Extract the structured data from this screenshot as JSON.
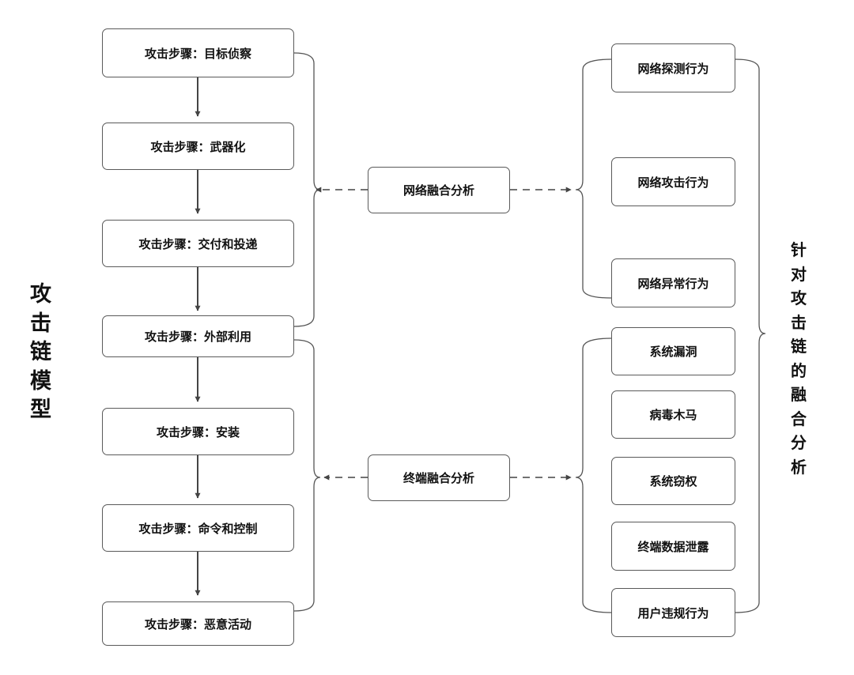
{
  "left_title": [
    "攻",
    "击",
    "链",
    "模",
    "型"
  ],
  "right_title": [
    "针",
    "对",
    "攻",
    "击",
    "链",
    "的",
    "融",
    "合",
    "分",
    "析"
  ],
  "attack_steps": [
    "攻击步骤：目标侦察",
    "攻击步骤：武器化",
    "攻击步骤：交付和投递",
    "攻击步骤：外部利用",
    "攻击步骤：安装",
    "攻击步骤：命令和控制",
    "攻击步骤：恶意活动"
  ],
  "center_nodes": [
    "网络融合分析",
    "终端融合分析"
  ],
  "network_behaviors": [
    "网络探测行为",
    "网络攻击行为",
    "网络异常行为"
  ],
  "endpoint_behaviors": [
    "系统漏洞",
    "病毒木马",
    "系统窃权",
    "终端数据泄露",
    "用户违规行为"
  ]
}
